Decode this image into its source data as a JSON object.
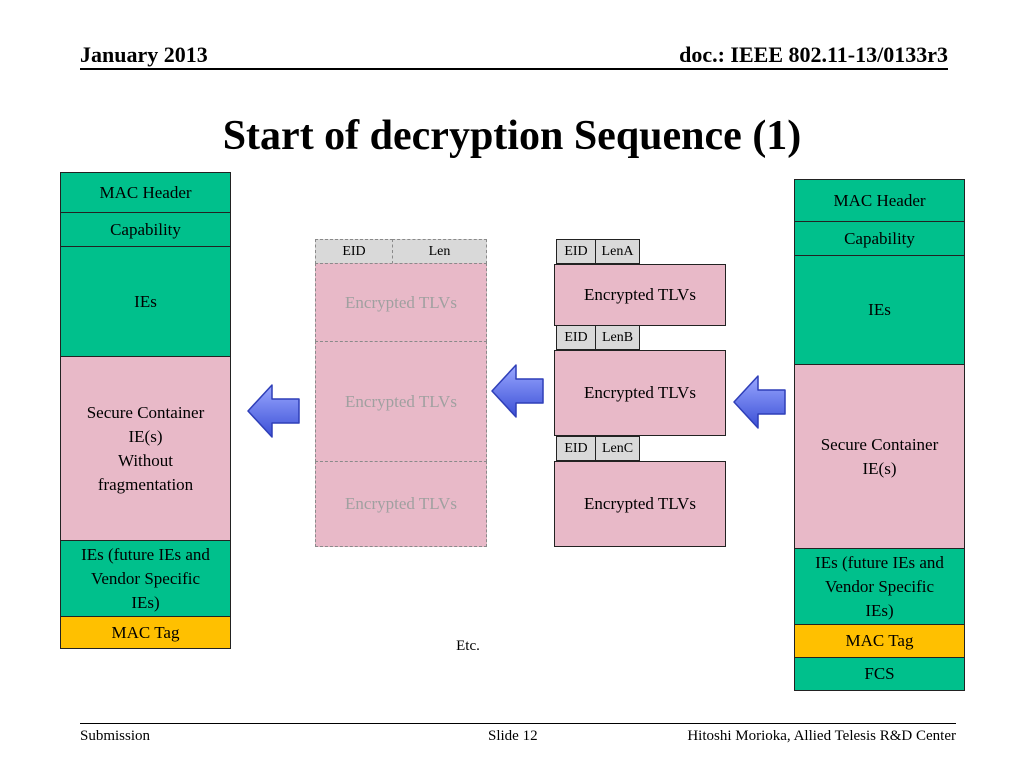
{
  "header": {
    "date": "January 2013",
    "doc": "doc.: IEEE 802.11-13/0133r3"
  },
  "title": "Start of decryption Sequence (1)",
  "left_frame": {
    "mac_header": "MAC Header",
    "capability": "Capability",
    "ies": "IEs",
    "secure_container": "Secure Container IE(s)\nWithout fragmentation",
    "future_ies": "IEs (future IEs and Vendor Specific IEs)",
    "mac_tag": "MAC Tag"
  },
  "middle_container": {
    "eid": "EID",
    "len": "Len",
    "tlvs": [
      "Encrypted TLVs",
      "Encrypted TLVs",
      "Encrypted TLVs"
    ]
  },
  "fragments": [
    {
      "eid": "EID",
      "len": "LenA",
      "tlvs": "Encrypted TLVs"
    },
    {
      "eid": "EID",
      "len": "LenB",
      "tlvs": "Encrypted TLVs"
    },
    {
      "eid": "EID",
      "len": "LenC",
      "tlvs": "Encrypted TLVs"
    }
  ],
  "etc": "Etc.",
  "right_frame": {
    "mac_header": "MAC Header",
    "capability": "Capability",
    "ies": "IEs",
    "secure_container": "Secure Container IE(s)",
    "future_ies": "IEs (future IEs and Vendor Specific IEs)",
    "mac_tag": "MAC Tag",
    "fcs": "FCS"
  },
  "footer": {
    "left": "Submission",
    "center": "Slide 12",
    "right": "Hitoshi Morioka, Allied Telesis R&D Center"
  },
  "colors": {
    "green": "#00c08c",
    "pink": "#e8b9c8",
    "orange": "#ffc000",
    "gray": "#d9d9d9",
    "arrow": "#5a6ee8"
  }
}
